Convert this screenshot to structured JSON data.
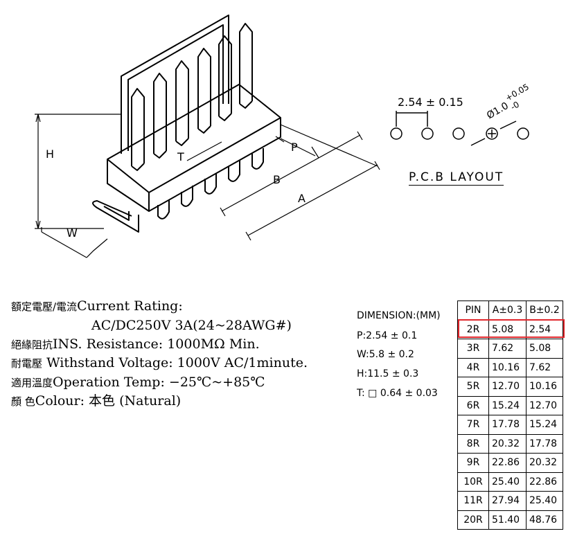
{
  "drawing": {
    "labels": {
      "H": "H",
      "W": "W",
      "T": "T",
      "P": "P",
      "B": "B",
      "A": "A"
    },
    "pcb_layout": {
      "title": "P.C.B LAYOUT",
      "pitch": "2.54 ± 0.15",
      "hole_dia": "Ø1.0",
      "hole_tol_plus": "+0.05",
      "hole_tol_minus": "-0"
    }
  },
  "specs": [
    {
      "cn": "額定電壓/電流",
      "en": "Current  Rating:"
    },
    {
      "cn": "",
      "en": "AC/DC250V  3A(24~28AWG#)"
    },
    {
      "cn": "絕緣阻抗",
      "en": "INS. Resistance: 1000MΩ  Min."
    },
    {
      "cn": "耐電壓",
      "en": "Withstand  Voltage:   1000V  AC/1minute."
    },
    {
      "cn": "適用溫度",
      "en": "Operation  Temp: −25℃~+85℃"
    },
    {
      "cn": "顏    色",
      "en": "Colour: 本色 (Natural)"
    }
  ],
  "dimensions": {
    "title": "DIMENSION:(MM)",
    "P": "P:2.54 ± 0.1",
    "W": "W:5.8 ± 0.2",
    "H": "H:11.5 ± 0.3",
    "T": "T: □ 0.64 ± 0.03"
  },
  "table": {
    "headers": [
      "PIN",
      "A±0.3",
      "B±0.2"
    ],
    "rows": [
      [
        "2R",
        "5.08",
        "2.54"
      ],
      [
        "3R",
        "7.62",
        "5.08"
      ],
      [
        "4R",
        "10.16",
        "7.62"
      ],
      [
        "5R",
        "12.70",
        "10.16"
      ],
      [
        "6R",
        "15.24",
        "12.70"
      ],
      [
        "7R",
        "17.78",
        "15.24"
      ],
      [
        "8R",
        "20.32",
        "17.78"
      ],
      [
        "9R",
        "22.86",
        "20.32"
      ],
      [
        "10R",
        "25.40",
        "22.86"
      ],
      [
        "11R",
        "27.94",
        "25.40"
      ],
      [
        "20R",
        "51.40",
        "48.76"
      ]
    ],
    "highlight_color": "#e0262b"
  }
}
